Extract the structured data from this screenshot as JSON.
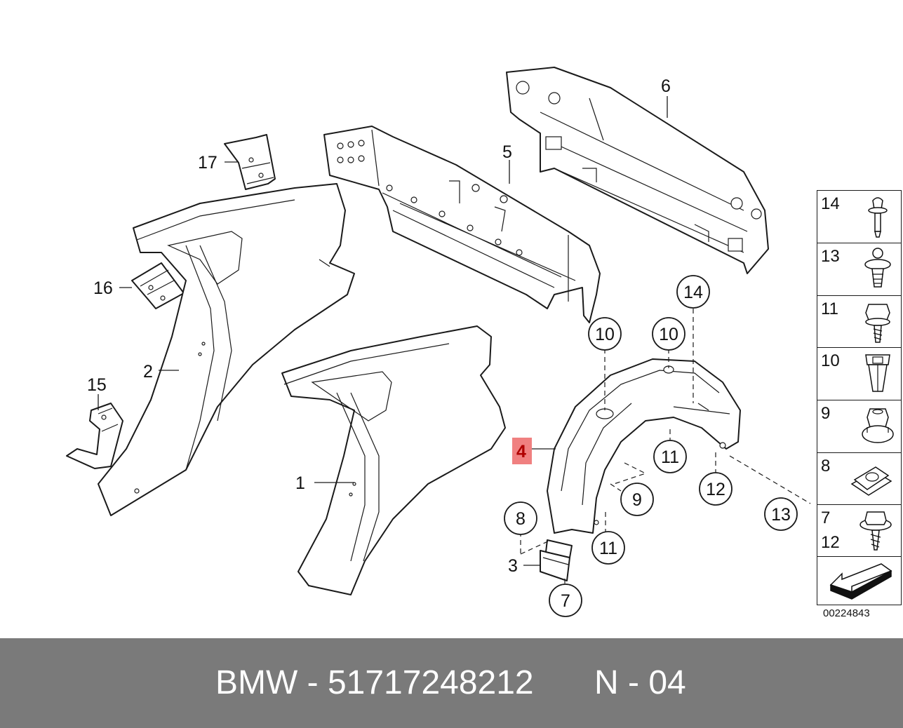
{
  "callouts": {
    "c1": "1",
    "c2": "2",
    "c3": "3",
    "c4": "4",
    "c5": "5",
    "c6": "6",
    "c7": "7",
    "c8": "8",
    "c9": "9",
    "c10a": "10",
    "c10b": "10",
    "c11a": "11",
    "c11b": "11",
    "c12": "12",
    "c13": "13",
    "c14": "14",
    "c15": "15",
    "c16": "16",
    "c17": "17"
  },
  "fastener_table": [
    {
      "label": "14",
      "icon": "rivet-icon"
    },
    {
      "label": "13",
      "icon": "expanding-rivet-icon"
    },
    {
      "label": "11",
      "icon": "hex-screw-icon"
    },
    {
      "label": "10",
      "icon": "expanding-nut-icon"
    },
    {
      "label": "9",
      "icon": "hex-nut-icon"
    },
    {
      "label": "8",
      "icon": "spring-nut-icon"
    },
    {
      "label": "7",
      "label2": "12",
      "icon": "self-tapping-screw-icon"
    },
    {
      "label": "",
      "icon": "direction-arrow-icon"
    }
  ],
  "reference_code": "00224843",
  "footer": {
    "brand": "BMW",
    "part_text": "BMW - 51717248212",
    "suffix_text": "N - 04"
  },
  "colors": {
    "highlight": "#f08080",
    "highlight_text": "#b00000",
    "footer_background": "#7a7a7a"
  }
}
